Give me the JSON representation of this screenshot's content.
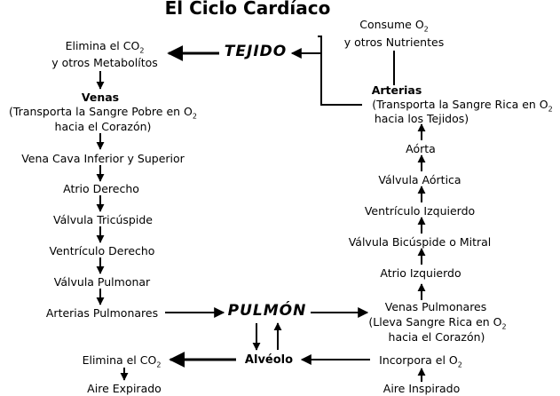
{
  "title": "El Ciclo Cardíaco",
  "hubs": {
    "tejido": "TEJIDO",
    "pulmon": "PULMÓN",
    "alveolo": "Alvéolo"
  },
  "tissue_box": {
    "line1": "Consume O",
    "sub": "2",
    "line2": "y otros Nutrientes"
  },
  "left": {
    "elimina_line1": "Elimina el CO",
    "elimina_sub": "2",
    "elimina_line2": "y otros Metabolítos",
    "venas_title": "Venas",
    "venas_line1": "(Transporta la Sangre Pobre en O",
    "venas_sub": "2",
    "venas_line2": "hacia el Corazón)",
    "vena_cava": "Vena Cava Inferior y Superior",
    "atrio_derecho": "Atrio Derecho",
    "valvula_tricuspide": "Válvula Tricúspide",
    "ventriculo_derecho": "Ventrículo Derecho",
    "valvula_pulmonar": "Válvula Pulmonar",
    "arterias_pulmonares": "Arterias Pulmonares"
  },
  "right": {
    "arterias_title": "Arterias",
    "arterias_line1": "(Transporta la Sangre Rica en O",
    "arterias_sub": "2",
    "arterias_line2": "hacia los Tejidos)",
    "aorta": "Aórta",
    "valvula_aortica": "Válvula Aórtica",
    "ventriculo_izquierdo": "Ventrículo Izquierdo",
    "valvula_bicuspide": "Válvula Bicúspide o Mitral",
    "atrio_izquierdo": "Atrio Izquierdo",
    "venas_pulmonares": "Venas Pulmonares",
    "lleva_line1": "(Lleva Sangre Rica en O",
    "lleva_sub": "2",
    "lleva_line2": "hacia el Corazón)"
  },
  "bottom": {
    "elimina": "Elimina el CO",
    "elimina_sub": "2",
    "aire_expirado": "Aire Expirado",
    "incorpora": "Incorpora el O",
    "incorpora_sub": "2",
    "aire_inspirado": "Aire Inspirado"
  }
}
